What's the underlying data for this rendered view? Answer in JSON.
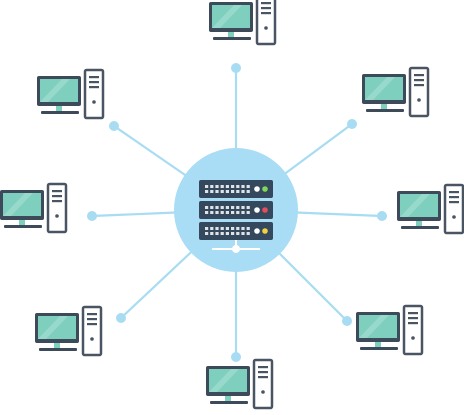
{
  "colors": {
    "link": "#a8dcf2",
    "hub_circle": "#a9dcf5",
    "server_body": "#34495e",
    "server_panel": "#2c3e50",
    "monitor_frame": "#3d4a59",
    "monitor_screen": "#7fcfbf",
    "monitor_glare": "#a6e0d4",
    "tower_body": "#ffffff",
    "tower_outline": "#4a5563",
    "status_green": "#7ed957",
    "status_red": "#e74c5c",
    "status_yellow": "#f4d03f",
    "status_white": "#ffffff"
  },
  "icons": {
    "hub": "server-rack-icon",
    "node": "desktop-computer-icon"
  },
  "network": {
    "topology": "star",
    "hub": {
      "label": "",
      "units": 3
    },
    "nodes": [
      {
        "id": "top"
      },
      {
        "id": "top-right"
      },
      {
        "id": "right"
      },
      {
        "id": "bottom-right"
      },
      {
        "id": "bottom"
      },
      {
        "id": "bottom-left"
      },
      {
        "id": "left"
      },
      {
        "id": "top-left"
      }
    ]
  }
}
